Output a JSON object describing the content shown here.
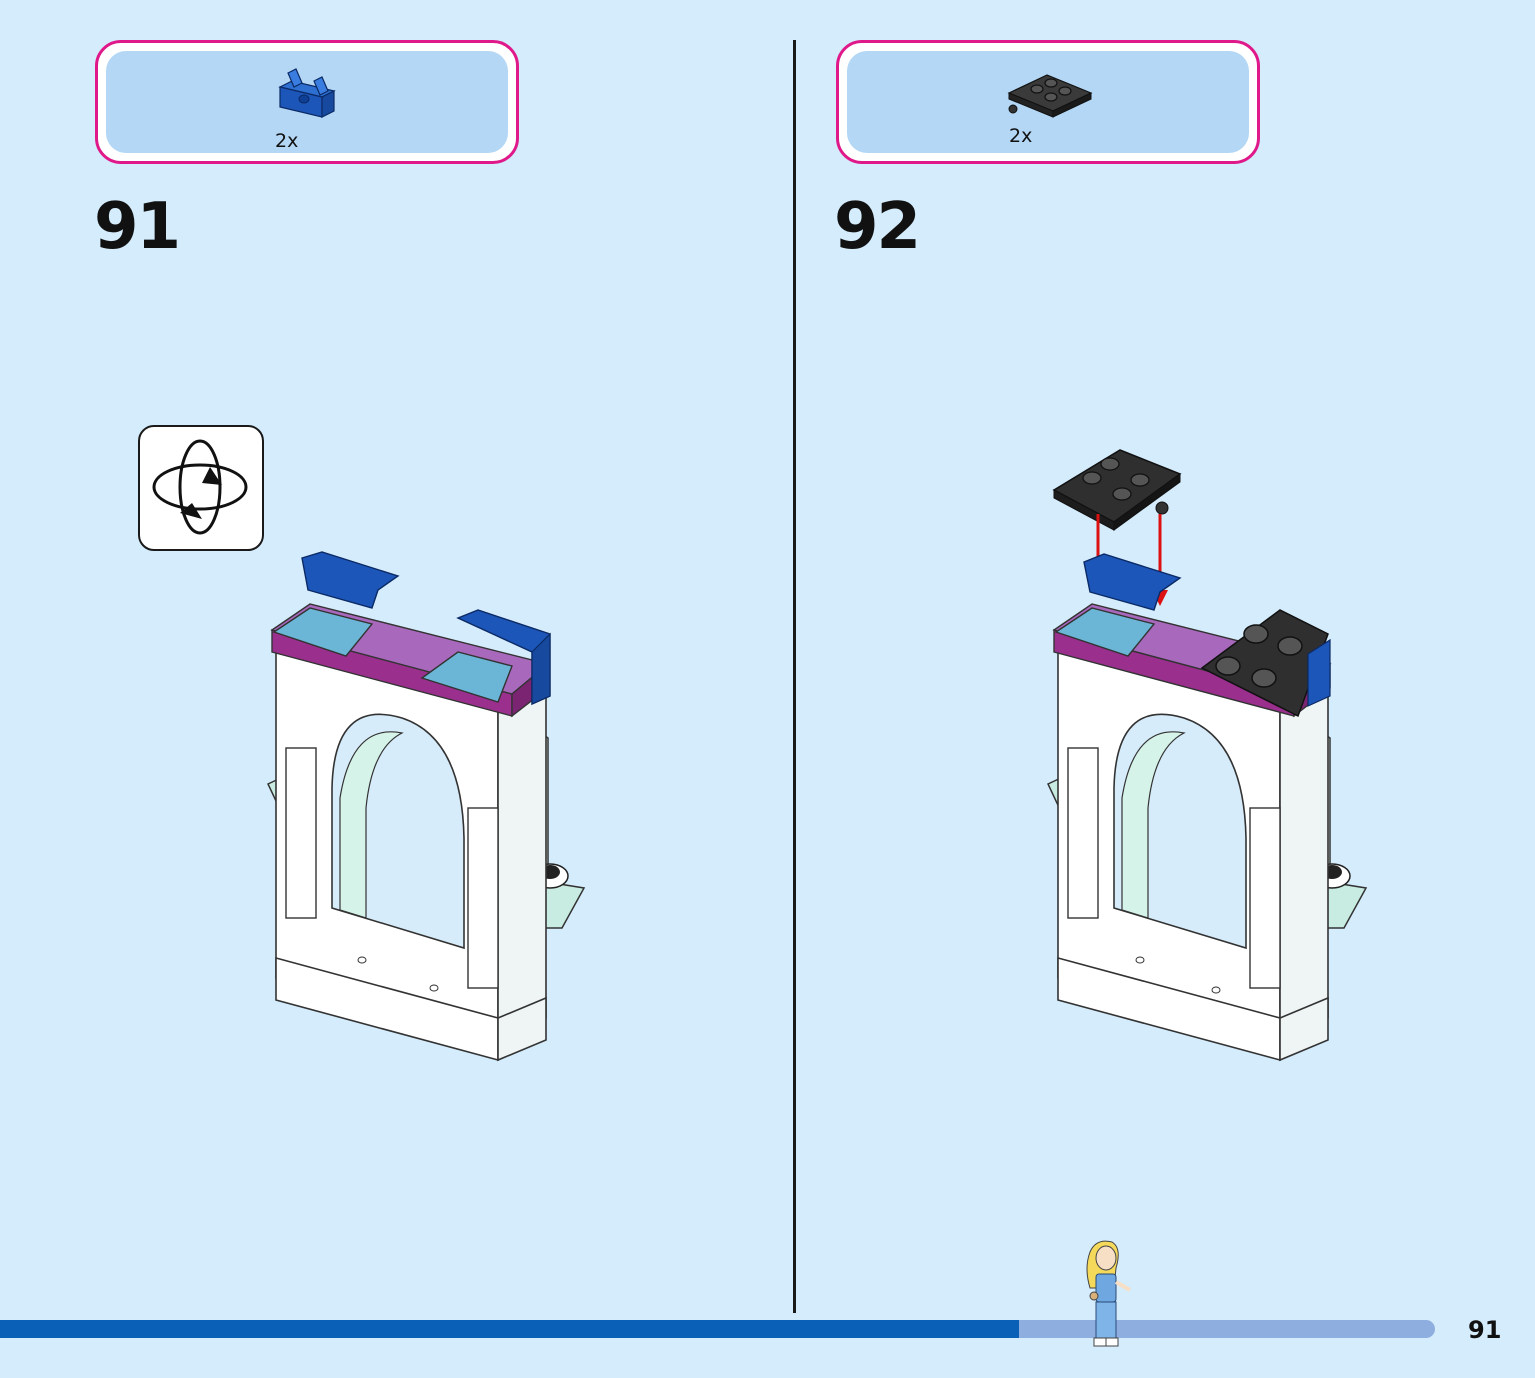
{
  "steps": [
    {
      "number": "91",
      "part_quantity": "2x",
      "part_icon": "blue-hinge-brick-icon",
      "has_rotate_hint": true
    },
    {
      "number": "92",
      "part_quantity": "2x",
      "part_icon": "black-plate-2x2-icon",
      "has_rotate_hint": false
    }
  ],
  "footer": {
    "page_number": "91",
    "progress_percent": 71
  },
  "icons": {
    "rotate": "rotate-model-icon",
    "figure": "minifigure-icon"
  },
  "colors": {
    "accent_border": "#e0198a",
    "parts_fill": "#b3d7f5",
    "page_bg": "#d4ecfc",
    "progress_fill": "#0a60b6",
    "progress_track": "#8eaedf"
  }
}
